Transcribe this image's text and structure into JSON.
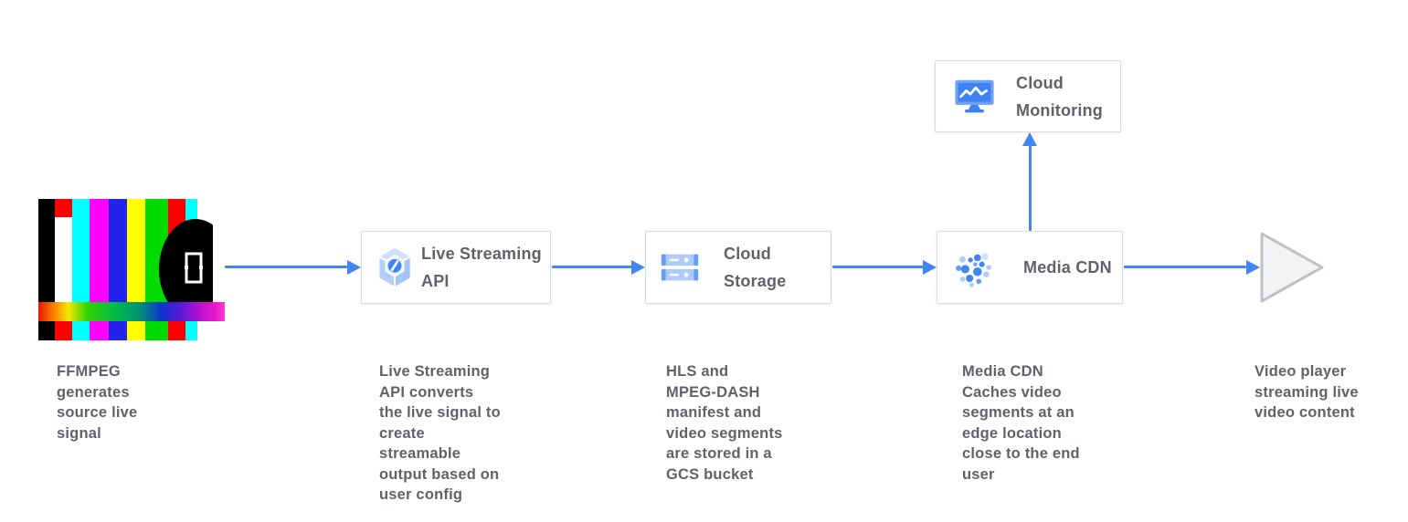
{
  "diagram": {
    "source": {
      "caption": "FFMPEG\ngenerates\nsource live\nsignal"
    },
    "nodes": {
      "api": {
        "label": "Live Streaming\nAPI",
        "icon": "live-streaming-api-icon",
        "caption": "Live Streaming\nAPI converts\nthe live signal to\ncreate\nstreamable\noutput based on\nuser config"
      },
      "storage": {
        "label": "Cloud\nStorage",
        "icon": "cloud-storage-icon",
        "caption": "HLS and\nMPEG-DASH\nmanifest and\nvideo segments\nare stored in a\nGCS bucket"
      },
      "cdn": {
        "label": "Media CDN",
        "icon": "media-cdn-icon",
        "caption": "Media CDN\nCaches video\nsegments at an\nedge location\nclose to the end\nuser"
      },
      "monitoring": {
        "label": "Cloud\nMonitoring",
        "icon": "cloud-monitoring-icon"
      }
    },
    "player": {
      "caption": "Video player\nstreaming live\nvideo content"
    },
    "colors": {
      "arrow": "#4285f4",
      "box_border": "#dadce0",
      "label_text": "#5f6368",
      "icon_blue": "#4285f4",
      "icon_blue_medium": "#669df6",
      "icon_blue_light": "#aecbfa",
      "icon_blue_pale": "#d2e3fc",
      "play_fill": "#f1f3f4",
      "play_stroke": "#bdc1c6"
    }
  }
}
